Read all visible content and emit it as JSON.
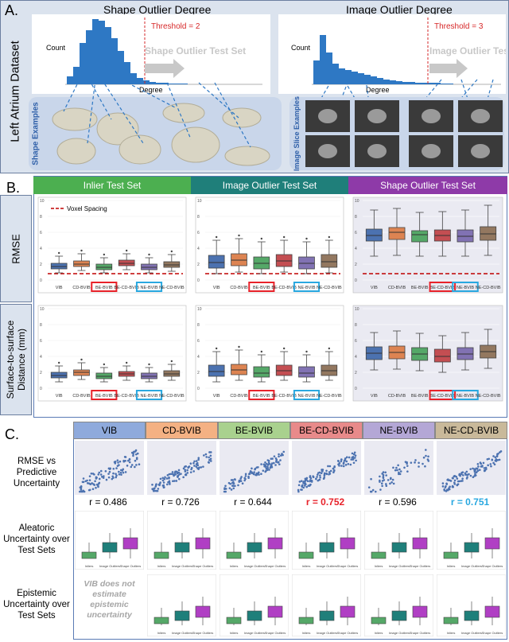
{
  "panelA": {
    "label": "A.",
    "side_label": "Left Atrium Dataset",
    "shape": {
      "title": "Shape Outlier Degree",
      "ylabel": "Count",
      "xlabel": "Degree",
      "threshold": "Threshold = 2",
      "arrow_text": "Shape Outlier Test Set",
      "examples_label": "Shape Examples"
    },
    "image": {
      "title": "Image Outlier Degree",
      "ylabel": "Count",
      "xlabel": "Degree",
      "threshold": "Threshold = 3",
      "arrow_text": "Image Outlier Test Set",
      "examples_label": "Image Slice Examples"
    },
    "colors": {
      "bar": "#2e78c4",
      "threshold": "#d62728",
      "arrow": "#c8c8c8"
    }
  },
  "panelB": {
    "label": "B.",
    "columns": [
      {
        "title": "Inlier Test Set",
        "color": "#4caf50"
      },
      {
        "title": "Image Outlier Test Set",
        "color": "#1f7f7a"
      },
      {
        "title": "Shape Outlier Test Set",
        "color": "#8e3aa8"
      }
    ],
    "row_labels": [
      "RMSE",
      "Surface-to-surface Distance (mm)"
    ],
    "legend": "Voxel Spacing",
    "methods": [
      "VIB",
      "CD-BVIB",
      "BE-BVIB",
      "BE-CD-BVIB",
      "NE-BVIB",
      "NE-CD-BVIB"
    ],
    "method_colors": [
      "#4c72b0",
      "#dd8452",
      "#55a868",
      "#c44e52",
      "#8172b3",
      "#937860"
    ],
    "highlight_red": "#e8222a",
    "highlight_blue": "#29a8e0",
    "yticks": [
      0,
      2,
      4,
      6,
      8,
      10
    ]
  },
  "panelC": {
    "label": "C.",
    "headers": [
      {
        "name": "VIB",
        "color": "#8faadc"
      },
      {
        "name": "CD-BVIB",
        "color": "#f4b183"
      },
      {
        "name": "BE-BVIB",
        "color": "#a9d18e"
      },
      {
        "name": "BE-CD-BVIB",
        "color": "#e88a8a"
      },
      {
        "name": "NE-BVIB",
        "color": "#b4a7d6"
      },
      {
        "name": "NE-CD-BVIB",
        "color": "#c9b99a"
      }
    ],
    "rows": [
      "RMSE vs Predictive Uncertainty",
      "Aleatoric Uncertainty over Test Sets",
      "Epistemic Uncertainty over Test Sets"
    ],
    "r_values": [
      "r = 0.486",
      "r = 0.726",
      "r = 0.644",
      "r = 0.752",
      "r = 0.596",
      "r = 0.751"
    ],
    "r_colors": [
      "#000000",
      "#000000",
      "#000000",
      "#e8222a",
      "#000000",
      "#29a8e0"
    ],
    "vib_note": "VIB does not estimate epistemic uncertainty",
    "box_colors": [
      "#55a868",
      "#1f7f7a",
      "#b03fc4"
    ],
    "scatter_color": "#4c72b0",
    "test_sets": [
      "Inliers",
      "Image Outliers",
      "Shape Outliers"
    ]
  }
}
